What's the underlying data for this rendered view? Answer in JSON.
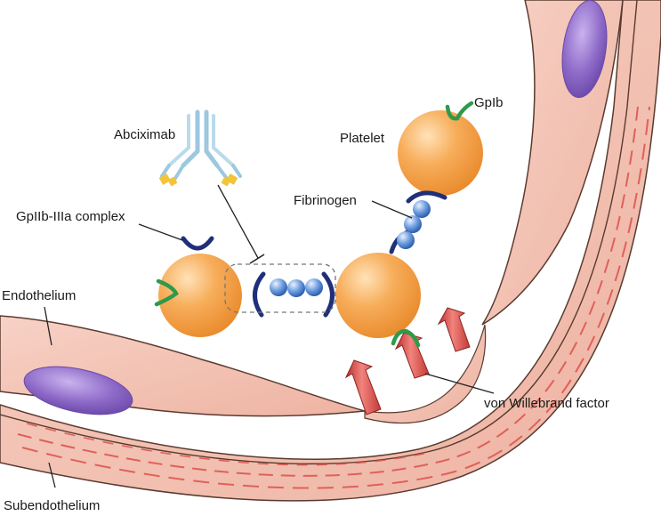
{
  "labels": {
    "abciximab": "Abciximab",
    "gpiib_iiia": "GpIIb-IIIa complex",
    "endothelium": "Endothelium",
    "subendothelium": "Subendothelium",
    "platelet": "Platelet",
    "gpib": "GpIb",
    "fibrinogen": "Fibrinogen",
    "vwf": "von Willebrand factor"
  },
  "colors": {
    "platelet": "#f5a24a",
    "receptor_iib": "#1f2f7a",
    "receptor_ib": "#2e9a4a",
    "fibrinogen": "#5b8fd6",
    "vessel_wall": "#f2c0b0",
    "vessel_stripe": "#e0605a",
    "nucleus": "#8e6ac8",
    "vwf": "#d9423f",
    "antibody": "#9cc8e0",
    "antibody_tip": "#f2c43a"
  }
}
